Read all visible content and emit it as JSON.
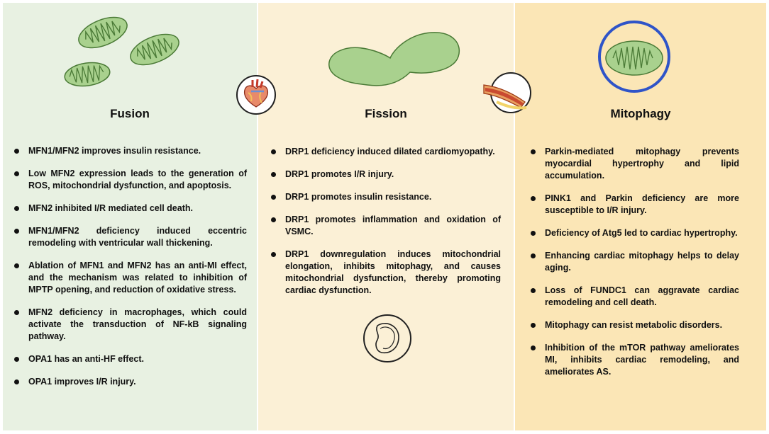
{
  "fusion": {
    "title": "Fusion",
    "items": [
      "MFN1/MFN2 improves insulin resistance.",
      "Low MFN2 expression leads to the generation of ROS, mitochondrial dysfunction, and apoptosis.",
      "MFN2 inhibited I/R mediated cell death.",
      "MFN1/MFN2 deficiency induced eccentric remodeling with ventricular wall thickening.",
      "Ablation of MFN1 and MFN2 has an anti-MI effect, and the mechanism was related to inhibition of MPTP opening, and reduction of oxidative stress.",
      "MFN2 deficiency in macrophages, which could activate the transduction of NF-kB signaling pathway.",
      "OPA1 has an anti-HF effect.",
      "OPA1 improves I/R injury."
    ]
  },
  "fission": {
    "title": "Fission",
    "items": [
      "DRP1 deficiency induced dilated cardiomyopathy.",
      "DRP1 promotes I/R injury.",
      "DRP1 promotes insulin resistance.",
      "DRP1 promotes inflammation and oxidation of VSMC.",
      "DRP1 downregulation induces mitochondrial elongation, inhibits mitophagy, and causes mitochondrial dysfunction, thereby promoting cardiac dysfunction."
    ]
  },
  "mitophagy": {
    "title": "Mitophagy",
    "items": [
      "Parkin-mediated mitophagy prevents myocardial hypertrophy and lipid accumulation.",
      "PINK1 and Parkin deficiency are more susceptible to I/R injury.",
      "Deficiency of Atg5  led to cardiac hypertrophy.",
      "Enhancing cardiac mitophagy helps to delay aging.",
      "Loss of FUNDC1 can aggravate cardiac remodeling and cell death.",
      "Mitophagy can resist metabolic disorders.",
      "Inhibition of the mTOR pathway ameliorates MI, inhibits cardiac remodeling, and ameliorates AS."
    ]
  },
  "colors": {
    "fusion_bg": "#e8f1e2",
    "fission_bg": "#fbf0d6",
    "mitophagy_bg": "#fbe6b6",
    "mito_fill": "#a9d18e",
    "mito_stroke": "#4a7a36",
    "autophagosome_ring": "#2f54c8"
  },
  "icons": {
    "fusion_mito": "mitochondrion-icon",
    "heart": "heart-icon",
    "fused_mito": "fused-mitochondrion-icon",
    "vessel": "blood-vessel-icon",
    "autophagosome": "autophagosome-icon",
    "fragment": "damaged-mitochondrion-icon"
  }
}
